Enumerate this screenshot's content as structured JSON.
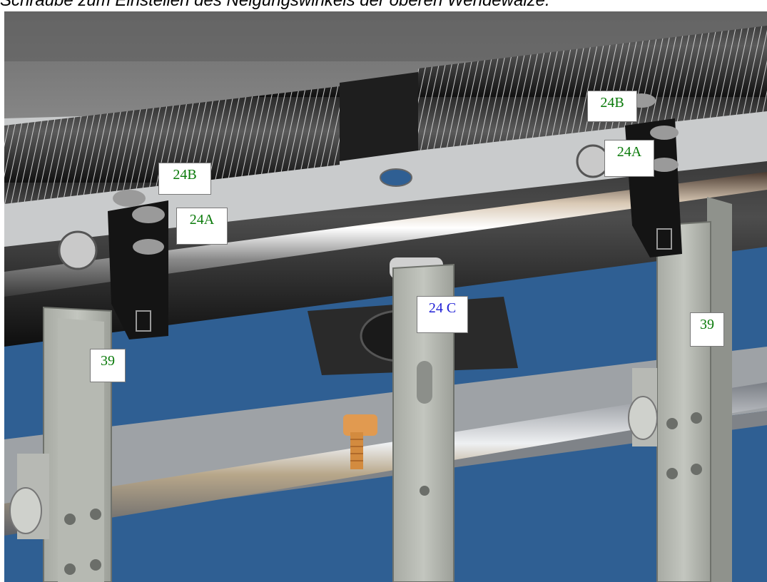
{
  "caption": "Schraube zum Einstellen des Neigungswinkels der oberen Wendewalze.",
  "colors": {
    "label_green": "#0a7a0a",
    "label_blue": "#1f1fd6",
    "background_blue": "#2f5f93",
    "frame_grey": "#b9bcbf",
    "roller_black": "#1c1c1c"
  },
  "labels": {
    "label_24b_left": "24B",
    "label_24a_left": "24A",
    "label_24b_right": "24B",
    "label_24a_right": "24A",
    "label_24c": "24 C",
    "label_39_left": "39",
    "label_39_right": "39"
  }
}
